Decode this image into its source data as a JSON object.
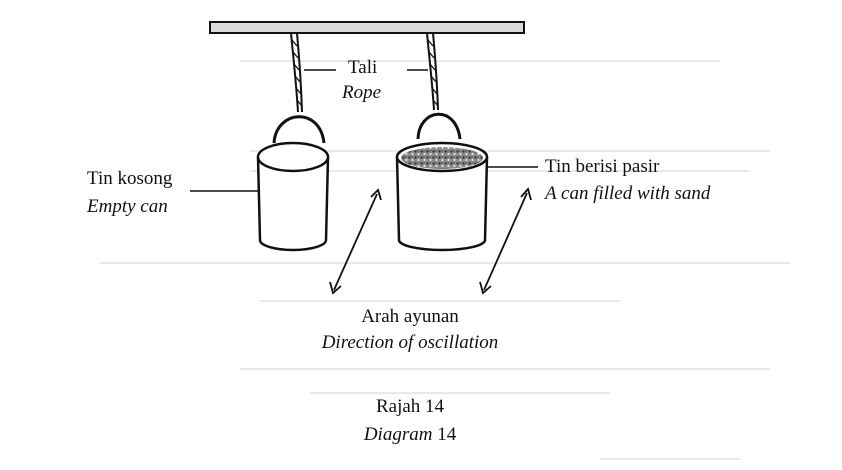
{
  "labels": {
    "rope_ms": "Tali",
    "rope_en": "Rope",
    "empty_can_ms": "Tin kosong",
    "empty_can_en": "Empty can",
    "sand_can_ms": "Tin berisi pasir",
    "sand_can_en": "A can filled with sand",
    "direction_ms": "Arah ayunan",
    "direction_en": "Direction of oscillation",
    "diagram_ms": "Rajah 14",
    "diagram_en_word": "Diagram",
    "diagram_en_num": " 14"
  },
  "colors": {
    "ink": "#111111",
    "bar_fill": "#d9d9d9",
    "sand": "#6e6e6e"
  }
}
